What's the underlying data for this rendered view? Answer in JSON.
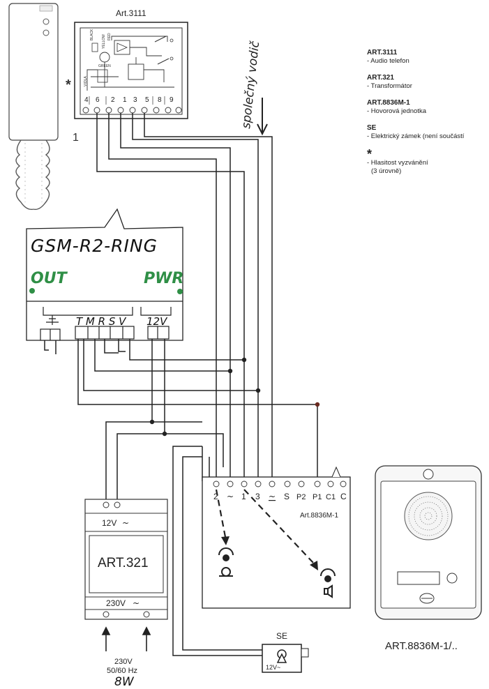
{
  "handset": {
    "label": "1",
    "star": "*"
  },
  "art3111": {
    "title": "Art.3111",
    "inner_labels": [
      "BLACK",
      "GREEN",
      "YELLOW",
      "RED",
      "VIOLA"
    ],
    "terminals": [
      "4",
      "6",
      "2",
      "1",
      "3",
      "5",
      "8",
      "9"
    ]
  },
  "note": {
    "text": "společný vodič"
  },
  "gsm": {
    "title": "GSM-R2-RING",
    "out_label": "OUT",
    "pwr_label": "PWR",
    "terminals": "T M R S V",
    "power_label": "12V"
  },
  "transformer": {
    "top_label": "12V",
    "title": "ART.321",
    "bottom_label": "230V",
    "input_voltage": "230V",
    "input_freq": "50/60 Hz",
    "power": "8W"
  },
  "speech_unit": {
    "title": "Art.8836M-1",
    "terminals": [
      "2",
      "~",
      "1",
      "3",
      "~",
      "S",
      "P2",
      "P1",
      "C1",
      "C"
    ]
  },
  "lock": {
    "title": "SE",
    "label": "12V~"
  },
  "panel": {
    "caption": "ART.8836M-1/.."
  },
  "legend": [
    {
      "code": "ART.3111",
      "desc": "- Audio telefon"
    },
    {
      "code": "ART.321",
      "desc": "- Transformátor"
    },
    {
      "code": "ART.8836M-1",
      "desc": "- Hovorová jednotka"
    },
    {
      "code": "SE",
      "desc": "- Elektrický zámek (není součástí"
    }
  ],
  "legend_star": {
    "symbol": "*",
    "desc": "- Hlasitost vyzvánění",
    "desc2": "(3 úrovně)"
  }
}
